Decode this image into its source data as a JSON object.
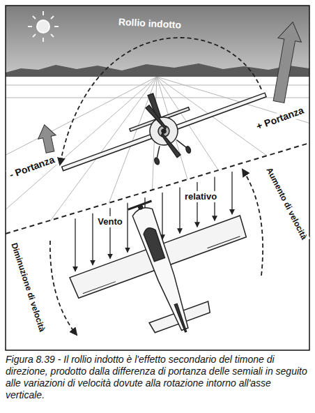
{
  "diagram": {
    "caption": "Figura 8.39 - Il rollio indotto è l'effetto secondario del timone di direzione, prodotto dalla differenza di portanza delle semiali in seguito alle variazioni di velocità dovute alla rotazione intorno all'asse verticale.",
    "labels": [
      "Rollio indotto",
      "+ Portanza",
      "- Portanza",
      "Vento",
      "relativo",
      "Aumento di velocità",
      "Diminuzione di velocità"
    ]
  }
}
